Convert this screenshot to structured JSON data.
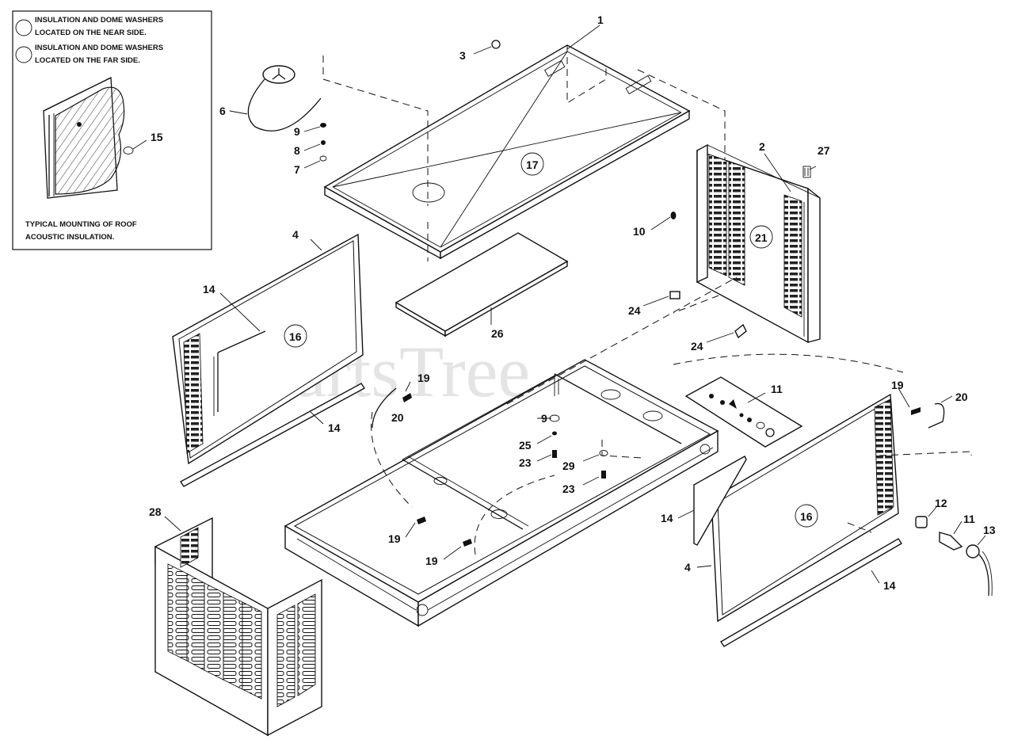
{
  "inset": {
    "legend_near": "INSULATION AND DOME WASHERS LOCATED ON THE NEAR SIDE.",
    "legend_far": "INSULATION AND DOME WASHERS LOCATED ON THE FAR SIDE.",
    "caption": "TYPICAL MOUNTING OF ROOF ACOUSTIC INSULATION.",
    "callout_15": "15"
  },
  "watermark": "PartsTree",
  "callouts": {
    "c1": "1",
    "c2": "2",
    "c3": "3",
    "c4a": "4",
    "c4b": "4",
    "c6": "6",
    "c7": "7",
    "c8": "8",
    "c9a": "9",
    "c9b": "9",
    "c10": "10",
    "c11a": "11",
    "c11b": "11",
    "c12": "12",
    "c13": "13",
    "c14a": "14",
    "c14b": "14",
    "c14c": "14",
    "c14d": "14",
    "c16a": "16",
    "c16b": "16",
    "c17": "17",
    "c19a": "19",
    "c19b": "19",
    "c19c": "19",
    "c19d": "19",
    "c20a": "20",
    "c20b": "20",
    "c21": "21",
    "c23a": "23",
    "c23b": "23",
    "c24a": "24",
    "c24b": "24",
    "c25": "25",
    "c26": "26",
    "c27": "27",
    "c28": "28",
    "c29": "29"
  }
}
